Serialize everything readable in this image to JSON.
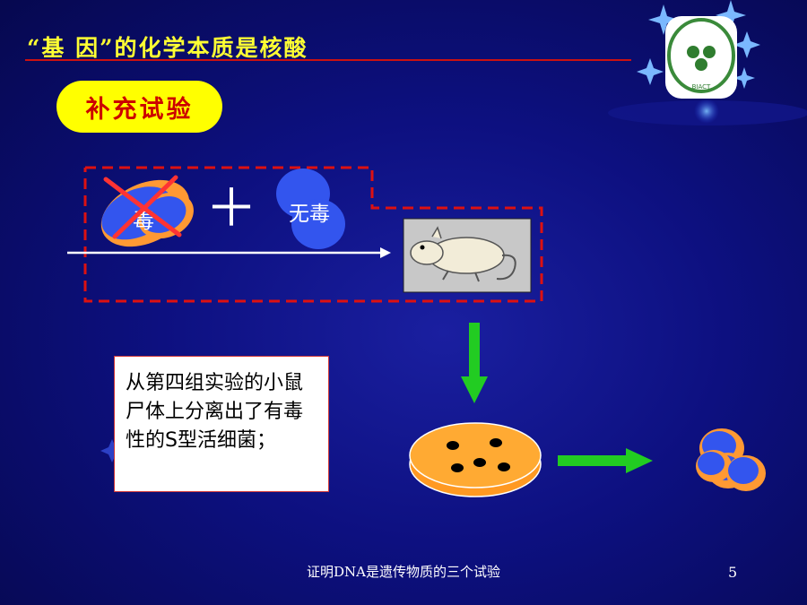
{
  "slide": {
    "title": "“基 因”的化学本质是核酸",
    "subtitle": "补充试验",
    "heat_killed_label": "毒",
    "plus_sign": "＋",
    "harmless_label": "无毒",
    "result_text": "从第四组实验的小鼠尸体上分离出了有毒性的S型活细菌；",
    "footer": "证明DNA是遗传物质的三个试验",
    "page_number": "5",
    "logo_text": "BIACT"
  },
  "colors": {
    "title": "#ffff33",
    "pill_bg": "#ffff00",
    "pill_text": "#cc0000",
    "dashed_box": "#dd1111",
    "cell_blue": "#3355ee",
    "cell_orange": "#ff9933",
    "arrow_green": "#22cc22"
  }
}
